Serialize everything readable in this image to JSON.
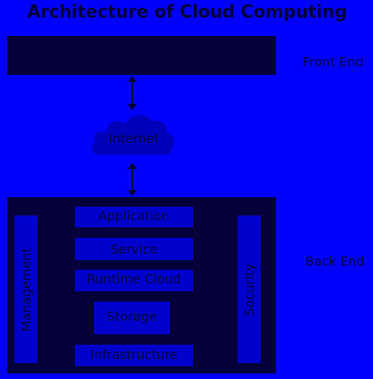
{
  "title": "Architecture of Cloud Computing",
  "front_end": {
    "label": "Front End"
  },
  "network": {
    "label": "Internet"
  },
  "back_end": {
    "label": "Back End",
    "management_label": "Management",
    "security_label": "Security",
    "layers": {
      "application": "Application",
      "service": "Service",
      "runtime_cloud": "Runtime Cloud",
      "storage": "Storage",
      "infrastructure": "Infrastructure"
    }
  },
  "colors": {
    "background": "#0000ff",
    "dark": "#06003a",
    "component": "#0000cc",
    "cloud": "#0000bb"
  },
  "icons": {
    "cloud": "cloud-icon",
    "arrows": "double-headed-arrow"
  }
}
